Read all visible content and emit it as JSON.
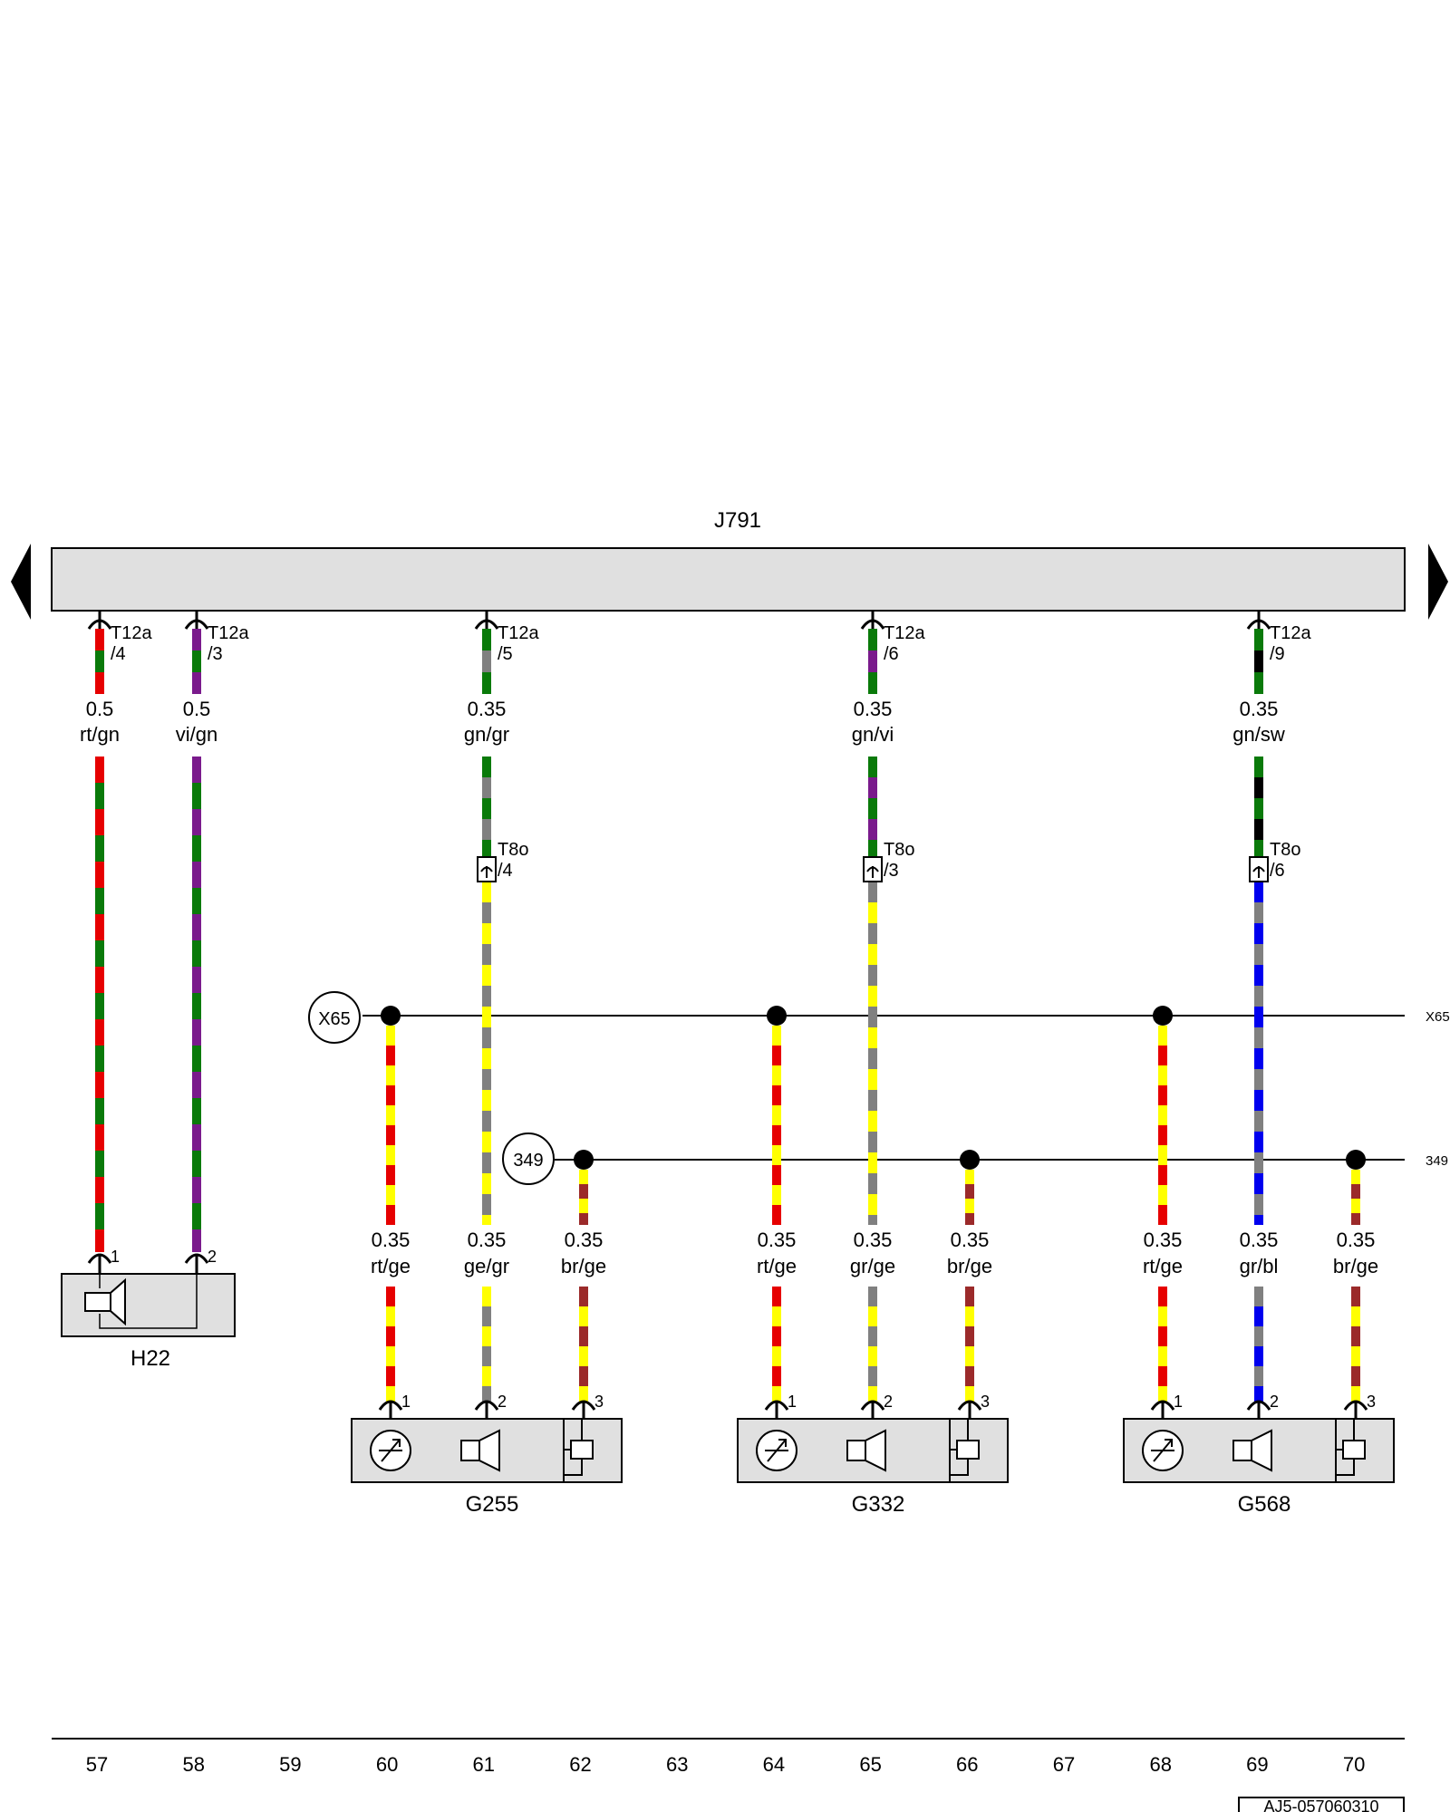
{
  "unit": {
    "label": "J791"
  },
  "pins": [
    {
      "id": "t12a-4",
      "connector": "T12a",
      "pin": "/4",
      "size": "0.5",
      "color": "rt/gn",
      "stripes": [
        "#e60000",
        "#0a7a0a"
      ]
    },
    {
      "id": "t12a-3",
      "connector": "T12a",
      "pin": "/3",
      "size": "0.5",
      "color": "vi/gn",
      "stripes": [
        "#7a1a8c",
        "#0a7a0a"
      ]
    },
    {
      "id": "t12a-5",
      "connector": "T12a",
      "pin": "/5",
      "size": "0.35",
      "color": "gn/gr",
      "stripes": [
        "#0a7a0a",
        "#808080"
      ]
    },
    {
      "id": "t12a-6",
      "connector": "T12a",
      "pin": "/6",
      "size": "0.35",
      "color": "gn/vi",
      "stripes": [
        "#0a7a0a",
        "#7a1a8c"
      ]
    },
    {
      "id": "t12a-9",
      "connector": "T12a",
      "pin": "/9",
      "size": "0.35",
      "color": "gn/sw",
      "stripes": [
        "#0a7a0a",
        "#000000"
      ]
    }
  ],
  "inline_connectors": [
    {
      "id": "t8o-4",
      "connector": "T8o",
      "pin": "/4"
    },
    {
      "id": "t8o-3",
      "connector": "T8o",
      "pin": "/3"
    },
    {
      "id": "t8o-6",
      "connector": "T8o",
      "pin": "/6"
    }
  ],
  "buses": [
    {
      "id": "x65",
      "label": "X65",
      "edge_label": "X65"
    },
    {
      "id": "b349",
      "label": "349",
      "edge_label": "349"
    }
  ],
  "branches": [
    {
      "id": "g255-1",
      "size": "0.35",
      "color": "rt/ge",
      "pin": "1",
      "stripes": [
        "#e60000",
        "#ffff00"
      ]
    },
    {
      "id": "g255-2",
      "size": "0.35",
      "color": "ge/gr",
      "pin": "2",
      "stripes": [
        "#ffff00",
        "#808080"
      ]
    },
    {
      "id": "g255-3",
      "size": "0.35",
      "color": "br/ge",
      "pin": "3",
      "stripes": [
        "#9b2a2a",
        "#ffff00"
      ]
    },
    {
      "id": "g332-1",
      "size": "0.35",
      "color": "rt/ge",
      "pin": "1",
      "stripes": [
        "#e60000",
        "#ffff00"
      ]
    },
    {
      "id": "g332-2",
      "size": "0.35",
      "color": "gr/ge",
      "pin": "2",
      "stripes": [
        "#808080",
        "#ffff00"
      ]
    },
    {
      "id": "g332-3",
      "size": "0.35",
      "color": "br/ge",
      "pin": "3",
      "stripes": [
        "#9b2a2a",
        "#ffff00"
      ]
    },
    {
      "id": "g568-1",
      "size": "0.35",
      "color": "rt/ge",
      "pin": "1",
      "stripes": [
        "#e60000",
        "#ffff00"
      ]
    },
    {
      "id": "g568-2",
      "size": "0.35",
      "color": "gr/bl",
      "pin": "2",
      "stripes": [
        "#808080",
        "#0000ee"
      ]
    },
    {
      "id": "g568-3",
      "size": "0.35",
      "color": "br/ge",
      "pin": "3",
      "stripes": [
        "#9b2a2a",
        "#ffff00"
      ]
    }
  ],
  "components": [
    {
      "id": "h22",
      "label": "H22",
      "pins": [
        "1",
        "2"
      ]
    },
    {
      "id": "g255",
      "label": "G255"
    },
    {
      "id": "g332",
      "label": "G332"
    },
    {
      "id": "g568",
      "label": "G568"
    }
  ],
  "tracks": [
    "57",
    "58",
    "59",
    "60",
    "61",
    "62",
    "63",
    "64",
    "65",
    "66",
    "67",
    "68",
    "69",
    "70"
  ],
  "doc_code": "AJ5-057060310",
  "colors": {
    "rt": "#e60000",
    "gn": "#0a7a0a",
    "vi": "#7a1a8c",
    "gr": "#808080",
    "sw": "#000000",
    "ge": "#ffff00",
    "br": "#9b2a2a",
    "bl": "#0000ee",
    "box_fill": "#e0e0e0"
  }
}
